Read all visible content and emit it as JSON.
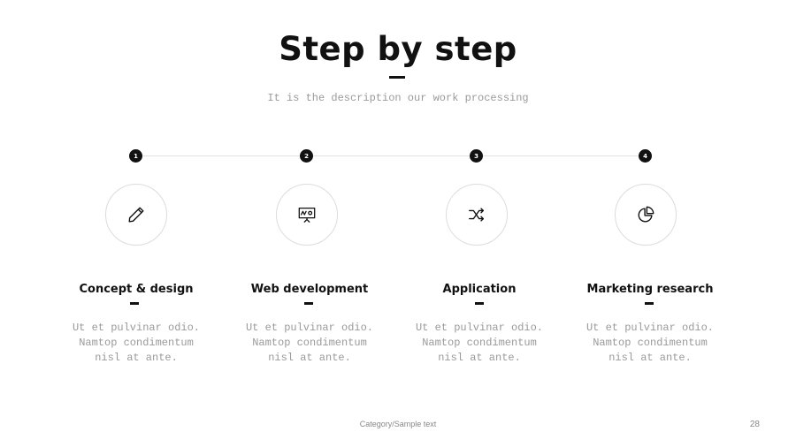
{
  "slide": {
    "title": "Step by step",
    "subtitle": "It is the description our work processing",
    "footer": "Category/Sample text",
    "page_number": "28"
  },
  "steps": [
    {
      "number": "1",
      "icon": "pencil-icon",
      "title": "Concept & design",
      "description": "Ut et pulvinar odio. Namtop condimentum nisl at ante."
    },
    {
      "number": "2",
      "icon": "presentation-board-icon",
      "title": "Web development",
      "description": "Ut et pulvinar odio. Namtop condimentum nisl at ante."
    },
    {
      "number": "3",
      "icon": "shuffle-icon",
      "title": "Application",
      "description": "Ut et pulvinar odio. Namtop condimentum nisl at ante."
    },
    {
      "number": "4",
      "icon": "pie-chart-icon",
      "title": "Marketing research",
      "description": "Ut et pulvinar odio. Namtop condimentum nisl at ante."
    }
  ]
}
